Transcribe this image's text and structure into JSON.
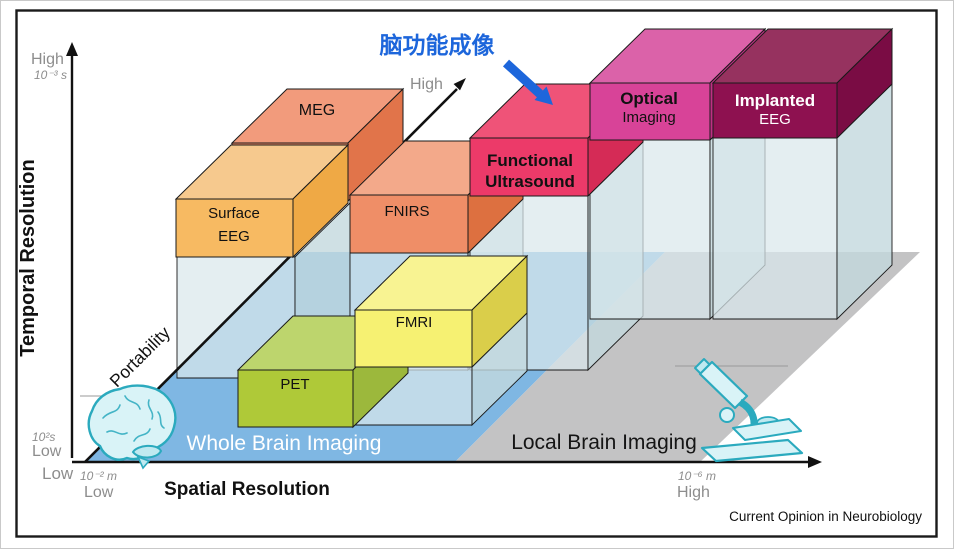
{
  "colors": {
    "annotation_blue": "#1D66DB",
    "axis_label_gray": "#8D8D8D",
    "floor_blue": "#7FB7E3",
    "floor_gray": "#C3C3C4",
    "glass_front": "#D9E8EC",
    "glass_side": "#C3D8DD",
    "teal_outline": "#2BAABE",
    "teal_fill": "#D9F3F7",
    "teal_fill_dark": "#BFE9F0",
    "boxes": {
      "meg": {
        "top": "#F29B7C",
        "front": "#EE8B66",
        "side": "#E1744A"
      },
      "surface_eeg": {
        "top": "#F6C98E",
        "front": "#F7BA62",
        "side": "#EFA945"
      },
      "fnirs": {
        "top": "#F3A98A",
        "front": "#EF8E67",
        "side": "#DD7040"
      },
      "functional_ultrasound": {
        "top": "#EF5378",
        "front": "#EC3A69",
        "side": "#D52B56"
      },
      "optical_imaging": {
        "top": "#DB62A9",
        "front": "#D84398",
        "side": "#C02F84"
      },
      "implanted_eeg": {
        "top": "#96325F",
        "front": "#8E1150",
        "side": "#7A0C44"
      },
      "fmri": {
        "top": "#F8F392",
        "front": "#F6F172",
        "side": "#DACE4A"
      },
      "pet": {
        "top": "#BDD56D",
        "front": "#AFC938",
        "side": "#9CB83C"
      }
    }
  },
  "annotation": {
    "text": "脑功能成像"
  },
  "axes": {
    "temporal": {
      "title": "Temporal Resolution",
      "high": "High",
      "high_scale": "10⁻³ s",
      "low_scale": "10²s",
      "low": "Low"
    },
    "spatial": {
      "title": "Spatial Resolution",
      "low_scale": "10⁻² m",
      "low": "Low",
      "high_scale": "10⁻⁶ m",
      "high": "High"
    },
    "portability": {
      "title": "Portability",
      "high": "High",
      "low": "Low"
    }
  },
  "boxes": {
    "meg": {
      "label": "MEG"
    },
    "surface_eeg": {
      "line1": "Surface",
      "line2": "EEG"
    },
    "fnirs": {
      "label": "FNIRS"
    },
    "functional_ultrasound": {
      "line1": "Functional",
      "line2": "Ultrasound"
    },
    "optical_imaging": {
      "line1": "Optical",
      "line2": "Imaging"
    },
    "implanted_eeg": {
      "line1": "Implanted",
      "line2": "EEG"
    },
    "fmri": {
      "label": "FMRI"
    },
    "pet": {
      "label": "PET"
    }
  },
  "regions": {
    "whole_brain": "Whole Brain Imaging",
    "local_brain": "Local Brain Imaging"
  },
  "caption": "Current Opinion in Neurobiology"
}
